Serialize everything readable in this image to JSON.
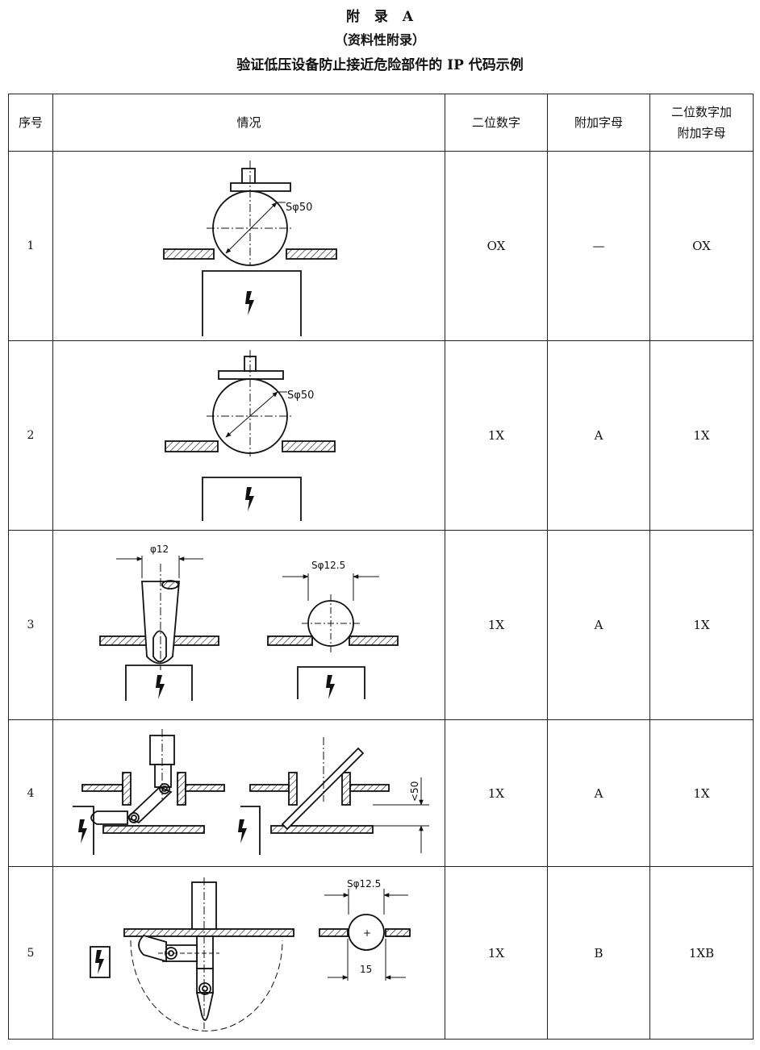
{
  "header": {
    "line1": "附 录 A",
    "line2": "（资料性附录）",
    "line3": "验证低压设备防止接近危险部件的 IP 代码示例"
  },
  "table": {
    "columns": [
      "序号",
      "情况",
      "二位数字",
      "附加字母",
      "二位数字加附加字母"
    ],
    "column_lines": {
      "col5_line1": "二位数字加",
      "col5_line2": "附加字母"
    },
    "rows": [
      {
        "seq": "1",
        "digits": "OX",
        "letter": "—",
        "combined": "OX",
        "labels": {
          "sphere": "Sφ50"
        }
      },
      {
        "seq": "2",
        "digits": "1X",
        "letter": "A",
        "combined": "1X",
        "labels": {
          "sphere": "Sφ50"
        }
      },
      {
        "seq": "3",
        "digits": "1X",
        "letter": "A",
        "combined": "1X",
        "labels": {
          "finger": "φ12",
          "sphere": "Sφ12.5"
        }
      },
      {
        "seq": "4",
        "digits": "1X",
        "letter": "A",
        "combined": "1X",
        "labels": {
          "distance": "<50"
        }
      },
      {
        "seq": "5",
        "digits": "1X",
        "letter": "B",
        "combined": "1XB",
        "labels": {
          "sphere": "Sφ12.5",
          "width": "15"
        }
      }
    ]
  }
}
